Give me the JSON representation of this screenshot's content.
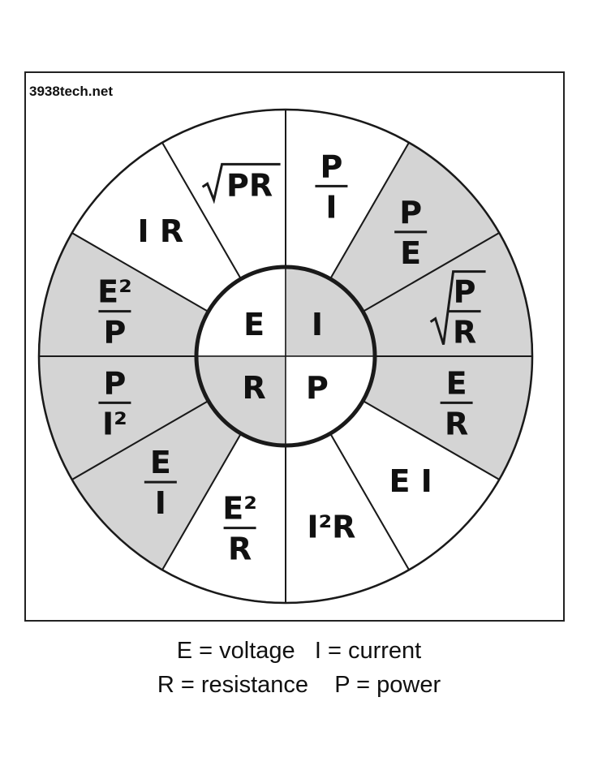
{
  "watermark": "3938tech.net",
  "colors": {
    "shaded": "#d4d4d4",
    "unshaded": "#ffffff",
    "ink": "#1a1a1a"
  },
  "center": [
    {
      "letter": "E",
      "shaded": false
    },
    {
      "letter": "I",
      "shaded": true
    },
    {
      "letter": "R",
      "shaded": true
    },
    {
      "letter": "P",
      "shaded": false
    }
  ],
  "segments": [
    {
      "kind": "frac",
      "num": "P",
      "den": "I",
      "shaded": false
    },
    {
      "kind": "frac",
      "num": "P",
      "den": "E",
      "shaded": true
    },
    {
      "kind": "sqrtfrac",
      "num": "P",
      "den": "R",
      "shaded": true
    },
    {
      "kind": "frac",
      "num": "E",
      "den": "R",
      "shaded": true
    },
    {
      "kind": "text",
      "text": "E I",
      "shaded": false
    },
    {
      "kind": "text",
      "text": "I²R",
      "shaded": false
    },
    {
      "kind": "frac",
      "num": "E²",
      "den": "R",
      "shaded": false
    },
    {
      "kind": "frac",
      "num": "E",
      "den": "I",
      "shaded": true
    },
    {
      "kind": "frac",
      "num": "P",
      "den": "I²",
      "shaded": true
    },
    {
      "kind": "frac",
      "num": "E²",
      "den": "P",
      "shaded": true
    },
    {
      "kind": "text",
      "text": "I R",
      "shaded": false
    },
    {
      "kind": "sqrt",
      "text": "PR",
      "shaded": false
    }
  ],
  "legend": {
    "line1": "E = voltage   I = current",
    "line2": "R = resistance    P = power"
  }
}
